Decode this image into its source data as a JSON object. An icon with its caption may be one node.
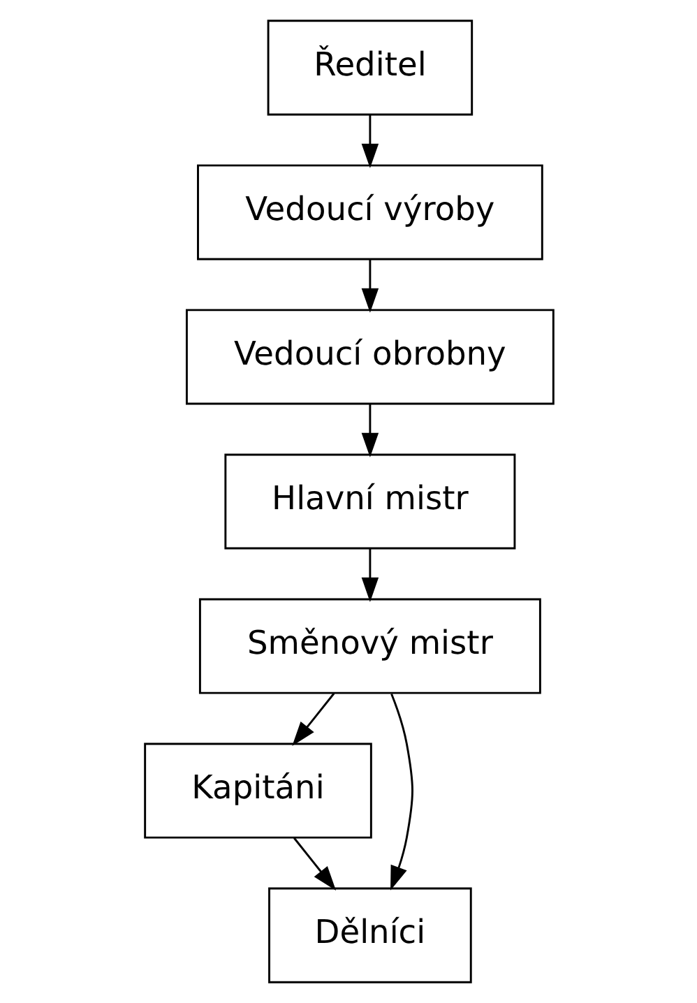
{
  "diagram": {
    "nodes": [
      {
        "text": [
          "Ředitel"
        ]
      },
      {
        "text": [
          "Vedoucí výroby"
        ]
      },
      {
        "text": [
          "Vedoucí obrobny"
        ]
      },
      {
        "text": [
          "Hlavní mistr"
        ]
      },
      {
        "text": [
          "Směnový mistr"
        ]
      },
      {
        "text": [
          "Kapitáni"
        ]
      },
      {
        "text": [
          "Dělníci"
        ]
      }
    ],
    "edges": [
      {
        "from": 0,
        "to": 1,
        "arrow": "to"
      },
      {
        "from": 1,
        "to": 2,
        "arrow": "to"
      },
      {
        "from": 2,
        "to": 3,
        "arrow": "to"
      },
      {
        "from": 3,
        "to": 4,
        "arrow": "to"
      },
      {
        "from": 4,
        "to": 5,
        "arrow": "to"
      },
      {
        "from": 4,
        "to": 6,
        "arrow": "to"
      },
      {
        "from": 5,
        "to": 6,
        "arrow": "to"
      }
    ]
  }
}
